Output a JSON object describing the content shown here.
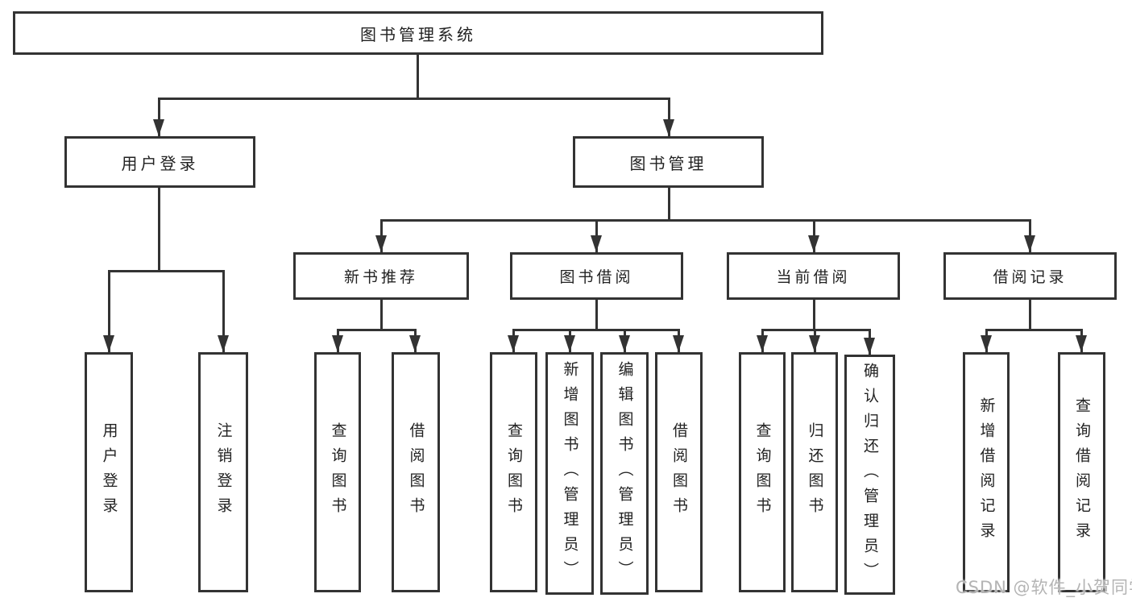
{
  "diagram": {
    "root": "图书管理系统",
    "user_login": {
      "label": "用户登录",
      "children": [
        "用户登录",
        "注销登录"
      ]
    },
    "book_mgmt": {
      "label": "图书管理",
      "sections": {
        "new_books": {
          "label": "新书推荐",
          "children": [
            "查询图书",
            "借阅图书"
          ]
        },
        "borrowing": {
          "label": "图书借阅",
          "children": [
            "查询图书",
            "新增图书（管理员）",
            "编辑图书（管理员）",
            "借阅图书"
          ]
        },
        "current": {
          "label": "当前借阅",
          "children": [
            "查询图书",
            "归还图书",
            "确认归还（管理员）"
          ]
        },
        "records": {
          "label": "借阅记录",
          "children": [
            "新增借阅记录",
            "查询借阅记录"
          ]
        }
      }
    },
    "colors": {
      "line": "#333333",
      "box_border": "#333333",
      "box_fill": "#ffffff",
      "text": "#222222",
      "watermark": "#b4b4b4"
    }
  },
  "watermark": "CSDN @软件_小贺同学"
}
